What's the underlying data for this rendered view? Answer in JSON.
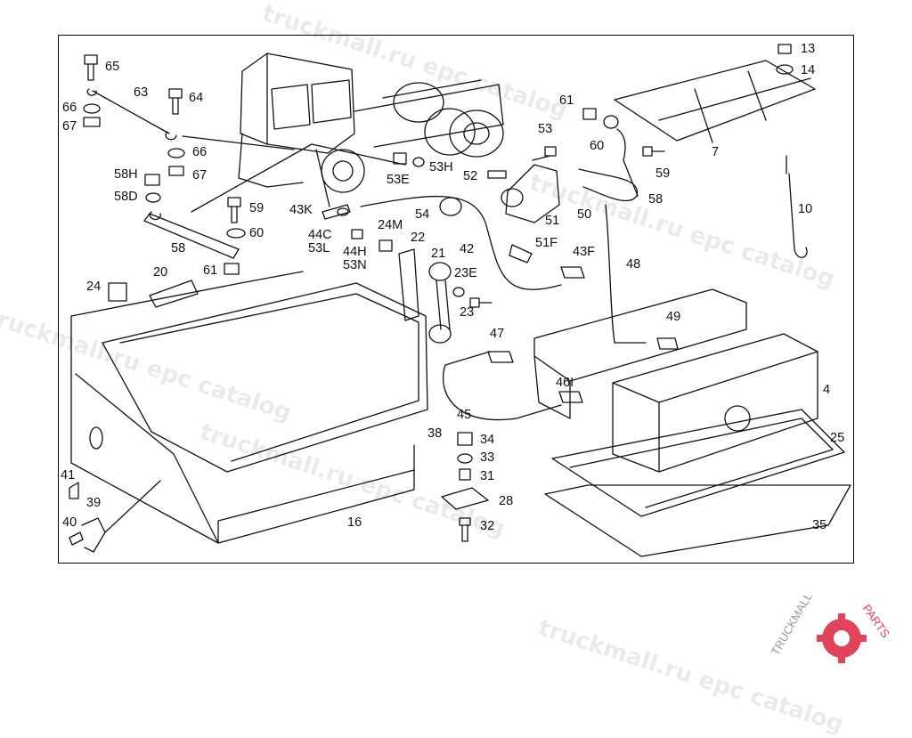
{
  "watermark": "truckmall.ru epc catalog",
  "logo": {
    "text_a": "TRUCKMALL",
    "text_b": "PARTS",
    "color_a": "#9a9a9a",
    "color_b": "#e0435a"
  },
  "callouts": [
    "65",
    "63",
    "64",
    "66",
    "67",
    "66",
    "67",
    "58H",
    "58D",
    "59",
    "60",
    "58",
    "61",
    "20",
    "24",
    "53E",
    "53H",
    "43K",
    "44C",
    "53L",
    "44H",
    "53N",
    "24M",
    "22",
    "54",
    "21",
    "42",
    "23E",
    "23",
    "52",
    "53",
    "51",
    "51F",
    "43F",
    "50",
    "48",
    "61",
    "60",
    "59",
    "58",
    "7",
    "13",
    "14",
    "10",
    "47",
    "49",
    "46I",
    "4",
    "45",
    "38",
    "34",
    "33",
    "31",
    "28",
    "32",
    "25",
    "35",
    "16",
    "41",
    "39",
    "40"
  ]
}
